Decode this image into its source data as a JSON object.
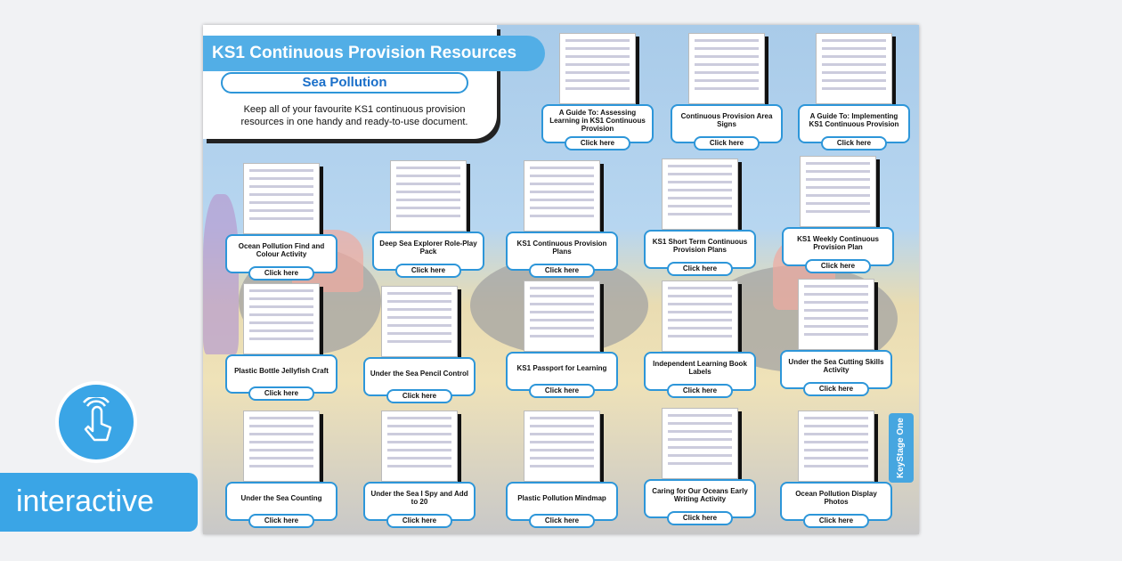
{
  "header": {
    "title": "KS1 Continuous Provision Resources",
    "subtitle": "Sea Pollution",
    "description": "Keep all of your favourite KS1 continuous provision resources in one handy and ready-to-use document."
  },
  "cards": [
    {
      "title": "A Guide To: Assessing Learning in KS1 Continuous Provision",
      "button": "Click here"
    },
    {
      "title": "Continuous Provision Area Signs",
      "button": "Click here"
    },
    {
      "title": "A Guide To: Implementing KS1 Continuous Provision",
      "button": "Click here"
    },
    {
      "title": "Ocean Pollution Find and Colour Activity",
      "button": "Click here"
    },
    {
      "title": "Deep Sea Explorer Role-Play Pack",
      "button": "Click here"
    },
    {
      "title": "KS1 Continuous Provision Plans",
      "button": "Click here"
    },
    {
      "title": "KS1 Short Term Continuous Provision Plans",
      "button": "Click here"
    },
    {
      "title": "KS1 Weekly Continuous Provision Plan",
      "button": "Click here"
    },
    {
      "title": "Plastic Bottle Jellyfish Craft",
      "button": "Click here"
    },
    {
      "title": "Under the Sea Pencil Control",
      "button": "Click here"
    },
    {
      "title": "KS1 Passport for Learning",
      "button": "Click here"
    },
    {
      "title": "Independent Learning Book Labels",
      "button": "Click here"
    },
    {
      "title": "Under the Sea Cutting Skills Activity",
      "button": "Click here"
    },
    {
      "title": "Under the Sea Counting",
      "button": "Click here"
    },
    {
      "title": "Under the Sea I Spy and Add to 20",
      "button": "Click here"
    },
    {
      "title": "Plastic Pollution Mindmap",
      "button": "Click here"
    },
    {
      "title": "Caring for Our Oceans Early Writing Activity",
      "button": "Click here"
    },
    {
      "title": "Ocean Pollution Display Photos",
      "button": "Click here"
    }
  ],
  "logo": {
    "text": "KeyStage One"
  },
  "badge": {
    "label": "interactive",
    "icon": "tap-hand-icon",
    "color": "#3aa5e6"
  },
  "colors": {
    "accent": "#2d96d9",
    "title_bg": "#52aee6"
  }
}
